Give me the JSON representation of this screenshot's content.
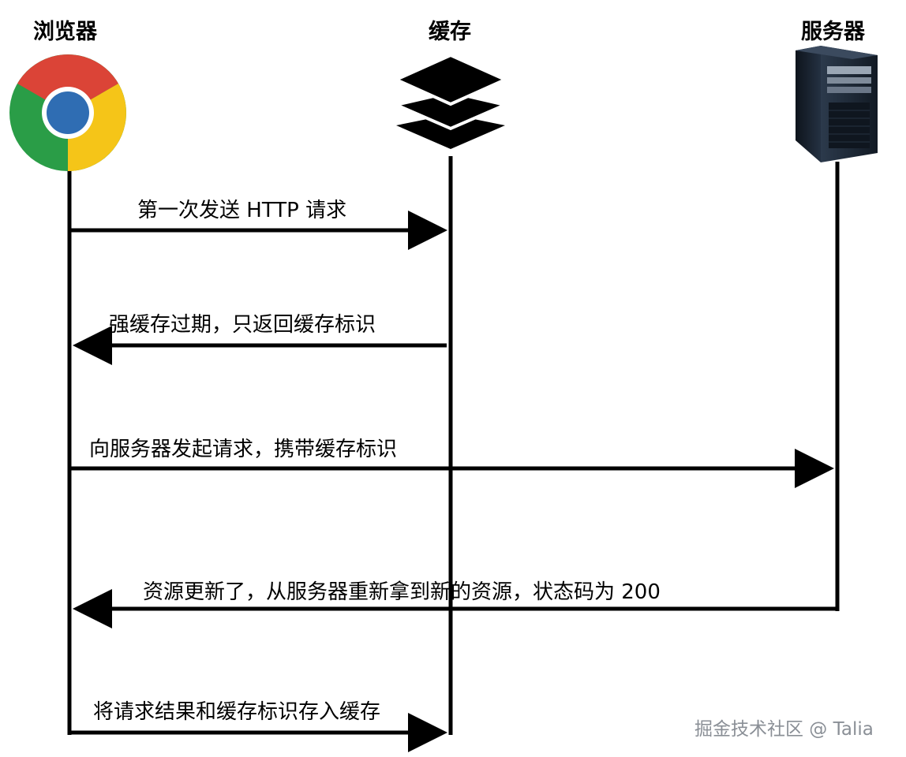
{
  "actors": {
    "browser": {
      "label": "浏览器",
      "icon": "chrome-browser-icon"
    },
    "cache": {
      "label": "缓存",
      "icon": "layers-icon"
    },
    "server": {
      "label": "服务器",
      "icon": "server-tower-icon"
    }
  },
  "messages": [
    {
      "label": "第一次发送 HTTP 请求",
      "from": "browser",
      "to": "cache"
    },
    {
      "label": "强缓存过期，只返回缓存标识",
      "from": "cache",
      "to": "browser"
    },
    {
      "label": "向服务器发起请求，携带缓存标识",
      "from": "browser",
      "to": "server"
    },
    {
      "label": "资源更新了，从服务器重新拿到新的资源，状态码为 200",
      "from": "server",
      "to": "browser"
    },
    {
      "label": "将请求结果和缓存标识存入缓存",
      "from": "browser",
      "to": "cache"
    }
  ],
  "watermark": "掘金技术社区 @ Talia",
  "colors": {
    "line": "#000000",
    "chrome_red": "#db4437",
    "chrome_green": "#2a9d47",
    "chrome_yellow": "#f5c518",
    "chrome_blue": "#2f6db3",
    "server_dark": "#1b2430",
    "watermark": "#8a8f96"
  }
}
